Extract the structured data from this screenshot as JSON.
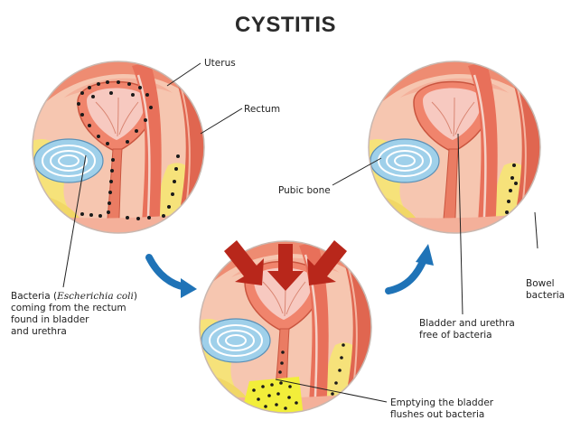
{
  "title": "CYSTITIS",
  "labels": {
    "uterus": "Uterus",
    "rectum": "Rectum",
    "pubic_bone": "Pubic bone",
    "bacteria_prefix": "Bacteria (",
    "bacteria_species": "Escherichia coli",
    "bacteria_suffix": ")",
    "bacteria_rest": "coming from the rectum\nfound in bladder\nand urethra",
    "emptying": "Emptying the bladder\nflushes out bacteria",
    "bladder_free": "Bladder and urethra\nfree of bacteria",
    "bowel_bacteria": "Bowel\nbacteria"
  },
  "colors": {
    "skin": "#f6c6b0",
    "muscle": "#e9735c",
    "muscle_light": "#f19e86",
    "fat": "#f6e27a",
    "bone_blue": "#9fd0ea",
    "bladder_pink": "#f7c9c0",
    "arrow_red": "#b8271b",
    "arrow_blue": "#1f73b7",
    "bacteria": "#1a1a1a",
    "flush_yellow": "#f2ee3a"
  },
  "icons": [
    "down-arrow-icon",
    "curved-arrow-icon"
  ]
}
